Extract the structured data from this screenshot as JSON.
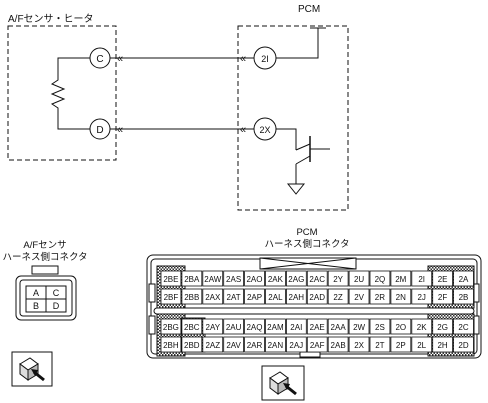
{
  "wiring": {
    "sensor_title": "A/Fセンサ・ヒータ",
    "pcm_title": "PCM",
    "sensor_terminals": [
      "C",
      "D"
    ],
    "pcm_terminals": [
      "2I",
      "2X"
    ]
  },
  "sensor_connector": {
    "title_line1": "A/Fセンサ",
    "title_line2": "ハーネス側コネクタ",
    "pins": [
      "A",
      "C",
      "B",
      "D"
    ]
  },
  "pcm_connector": {
    "title_line1": "PCM",
    "title_line2": "ハーネス側コネクタ",
    "rows": [
      [
        "2BE",
        "2BA",
        "2AW",
        "2AS",
        "2AO",
        "2AK",
        "2AG",
        "2AC",
        "2Y",
        "2U",
        "2Q",
        "2M",
        "2I",
        "2E",
        "2A"
      ],
      [
        "2BF",
        "2BB",
        "2AX",
        "2AT",
        "2AP",
        "2AL",
        "2AH",
        "2AD",
        "2Z",
        "2V",
        "2R",
        "2N",
        "2J",
        "2F",
        "2B"
      ],
      [
        "2BG",
        "2BC",
        "2AY",
        "2AU",
        "2AQ",
        "2AM",
        "2AI",
        "2AE",
        "2AA",
        "2W",
        "2S",
        "2O",
        "2K",
        "2G",
        "2C"
      ],
      [
        "2BH",
        "2BD",
        "2AZ",
        "2AV",
        "2AR",
        "2AN",
        "2AJ",
        "2AF",
        "2AB",
        "2X",
        "2T",
        "2P",
        "2L",
        "2H",
        "2D"
      ]
    ]
  }
}
